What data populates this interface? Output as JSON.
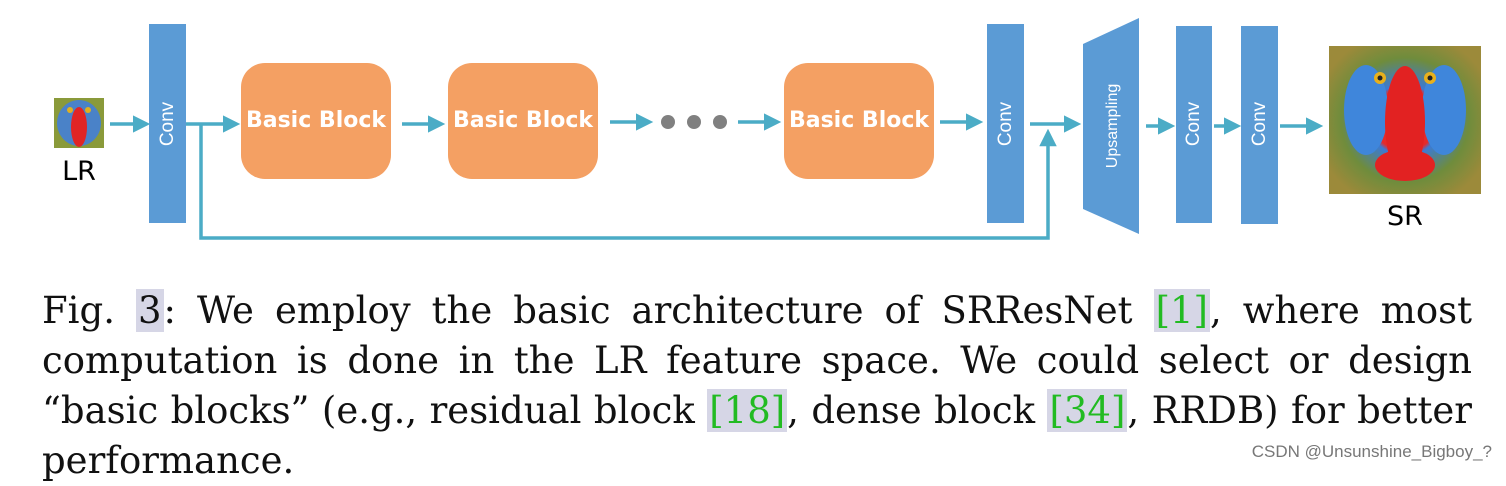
{
  "diagram": {
    "colors": {
      "conv": "#5b9bd5",
      "basic_block": "#f4a063",
      "arrow": "#4bacc6",
      "dots": "#808080"
    },
    "input_label": "LR",
    "output_label": "SR",
    "conv_label": "Conv",
    "basic_block_label": "Basic Block",
    "upsampling_label": "Upsampling"
  },
  "caption": {
    "fig_prefix": "Fig.",
    "fig_number": "3",
    "text_a": ": We employ the basic architecture of SRResNet ",
    "cite_1": "[1]",
    "text_b": ", where most computation is done in the LR feature space. We could select or design “basic blocks” (e.g., residual block ",
    "cite_18": "[18]",
    "text_c": ", dense block ",
    "cite_34": "[34]",
    "text_d": ", RRDB) for better performance."
  },
  "watermark": "CSDN @Unsunshine_Bigboy_?"
}
